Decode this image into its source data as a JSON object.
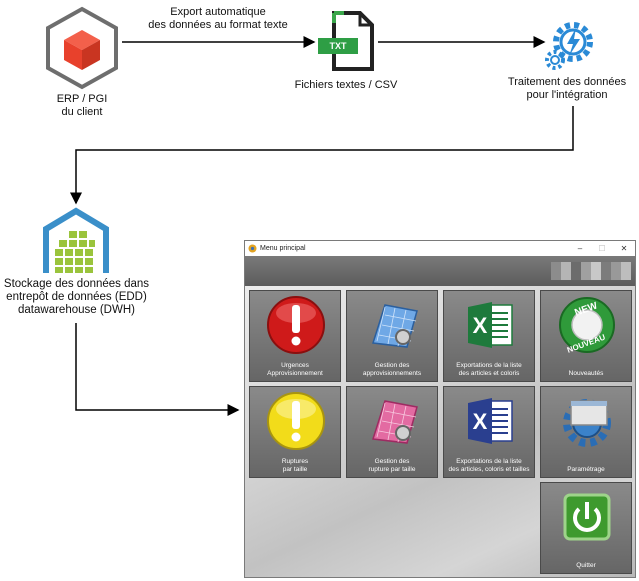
{
  "diagram": {
    "nodes": {
      "erp": {
        "line1": "ERP / PGI",
        "line2": "du client"
      },
      "files": {
        "label": "Fichiers textes / CSV",
        "badge": "TXT"
      },
      "processing": {
        "line1": "Traitement des données",
        "line2": "pour l'intégration"
      },
      "dwh": {
        "line1": "Stockage des données dans",
        "line2": "entrepôt de données (EDD)",
        "line3": "datawarehouse (DWH)"
      }
    },
    "edges": {
      "export": {
        "line1": "Export automatique",
        "line2": "des données au format texte"
      }
    }
  },
  "window": {
    "title": "Menu principal",
    "controls": {
      "minimize": "–",
      "maximize": "☐",
      "close": "✕"
    },
    "tiles": [
      {
        "line1": "Urgences",
        "line2": "Approvisionnement"
      },
      {
        "line1": "Gestion des",
        "line2": "approvisionnements"
      },
      {
        "line1": "Exportations de la liste",
        "line2": "des articles et coloris"
      },
      {
        "line1": "Nouveautés",
        "line2": ""
      },
      {
        "line1": "Ruptures",
        "line2": "par taille"
      },
      {
        "line1": "Gestion des",
        "line2": "rupture par taille"
      },
      {
        "line1": "Exportations de la liste",
        "line2": "des articles, coloris et tailles"
      },
      {
        "line1": "Paramétrage",
        "line2": ""
      },
      {
        "line1": "Quitter",
        "line2": ""
      }
    ],
    "badge": {
      "top": "NEW",
      "bottom": "NOUVEAU"
    },
    "excel_letter": "X"
  },
  "colors": {
    "erp": "#e8412c",
    "dwh_roof": "#3a8fc9",
    "dwh_cells": "#9ac43c",
    "gear": "#2a8ad6",
    "arrow": "#000000"
  }
}
